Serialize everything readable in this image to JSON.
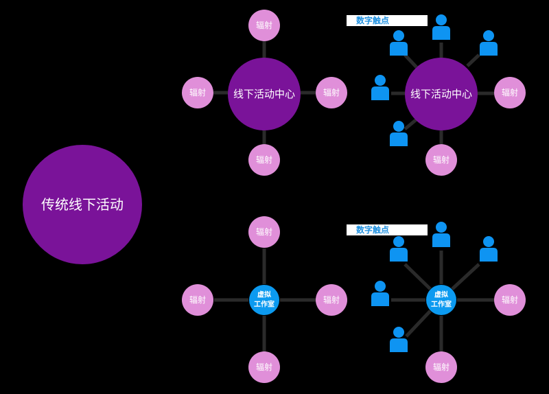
{
  "colors": {
    "background": "#000000",
    "hub_purple": "#7a1399",
    "satellite_pink": "#e08fd9",
    "studio_blue": "#0c9af0",
    "person_blue": "#0e94f2",
    "connector": "#2a2a2a",
    "tag_text": "#1e90e0"
  },
  "traditional": {
    "label": "传统线下活动"
  },
  "offline_hub": {
    "center_label": "线下活动中心",
    "satellites": [
      "辐射",
      "辐射",
      "辐射",
      "辐射"
    ]
  },
  "offline_digital": {
    "tag": "数字触点",
    "center_label": "线下活动中心",
    "persons": [
      "person",
      "person",
      "person",
      "person",
      "person"
    ],
    "satellites": [
      "辐射",
      "辐射"
    ]
  },
  "virtual_hub": {
    "center_label_line1": "虚拟",
    "center_label_line2": "工作室",
    "satellites": [
      "辐射",
      "辐射",
      "辐射",
      "辐射"
    ]
  },
  "virtual_digital": {
    "tag": "数字触点",
    "center_label_line1": "虚拟",
    "center_label_line2": "工作室",
    "persons": [
      "person",
      "person",
      "person",
      "person",
      "person"
    ],
    "satellites": [
      "辐射",
      "辐射"
    ]
  }
}
